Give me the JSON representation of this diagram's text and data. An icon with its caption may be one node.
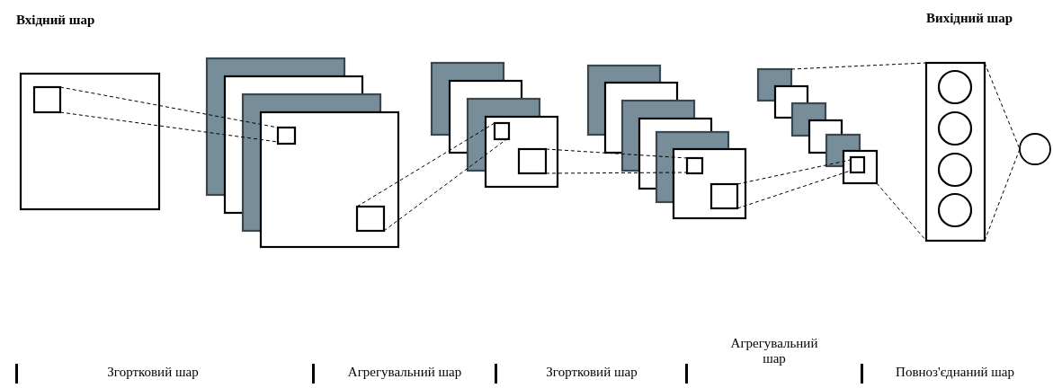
{
  "diagram": {
    "labels": [
      "Вхідний шар",
      "Вихідний шар",
      "Згортковий шар",
      "Агрегувальний шар",
      "Згортковий шар",
      "Агрегувальний шар",
      "Повноз'єднаний шар"
    ]
  }
}
